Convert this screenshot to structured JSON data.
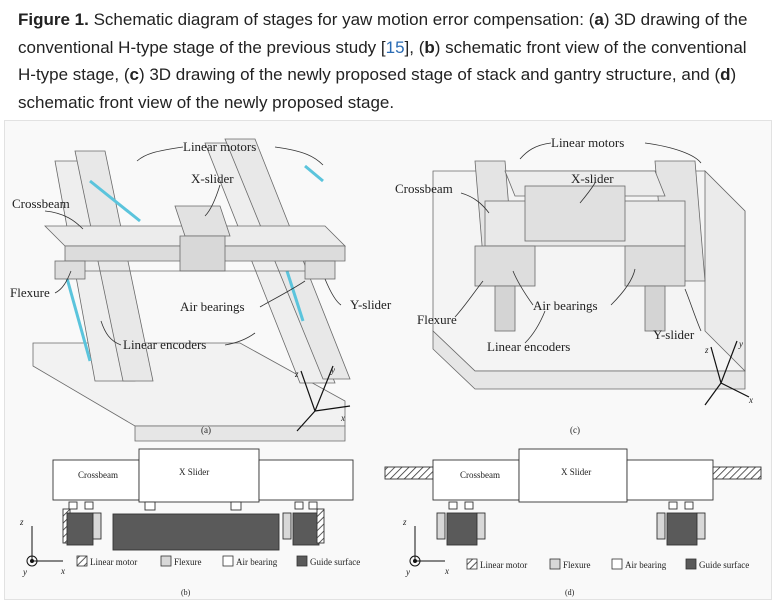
{
  "caption": {
    "label": "Figure 1.",
    "t1": " Schematic diagram of stages for yaw motion error compensation: (",
    "a": "a",
    "t2": ") 3D drawing of the conventional H-type stage of the previous study [",
    "ref": "15",
    "t3": "], (",
    "b": "b",
    "t4": ") schematic front view of the conventional H-type stage, (",
    "c": "c",
    "t5": ") 3D drawing of the newly proposed stage of stack and gantry structure, and (",
    "d": "d",
    "t6": ") schematic front view of the newly proposed stage."
  },
  "panel_a": {
    "linear_motors": "Linear motors",
    "x_slider": "X-slider",
    "crossbeam": "Crossbeam",
    "flexure": "Flexure",
    "air_bearings": "Air bearings",
    "y_slider": "Y-slider",
    "linear_encoders": "Linear encoders",
    "axis_z": "z",
    "axis_y": "y",
    "axis_x": "x",
    "sublabel": "(a)"
  },
  "panel_c": {
    "linear_motors": "Linear motors",
    "crossbeam": "Crossbeam",
    "x_slider": "X-slider",
    "air_bearings": "Air bearings",
    "flexure": "Flexure",
    "linear_encoders": "Linear encoders",
    "y_slider": "Y-slider",
    "axis_z": "z",
    "axis_y": "y",
    "axis_x": "x",
    "sublabel": "(c)"
  },
  "panel_b": {
    "crossbeam": "Crossbeam",
    "x_slider": "X Slider",
    "axis_z": "z",
    "axis_y": "y",
    "axis_x": "x",
    "legend": [
      "Linear motor",
      "Flexure",
      "Air bearing",
      "Guide surface"
    ],
    "sublabel": "(b)"
  },
  "panel_d": {
    "crossbeam": "Crossbeam",
    "x_slider": "X Slider",
    "axis_z": "z",
    "axis_y": "y",
    "axis_x": "x",
    "legend": [
      "Linear motor",
      "Flexure",
      "Air bearing",
      "Guide surface"
    ],
    "sublabel": "(d)"
  },
  "colors": {
    "text": "#222222",
    "link": "#2a6bb3",
    "encoder": "#5bc4dc",
    "guide_surface": "#5a5a5a",
    "flexure_fill": "#d8d8d8"
  }
}
